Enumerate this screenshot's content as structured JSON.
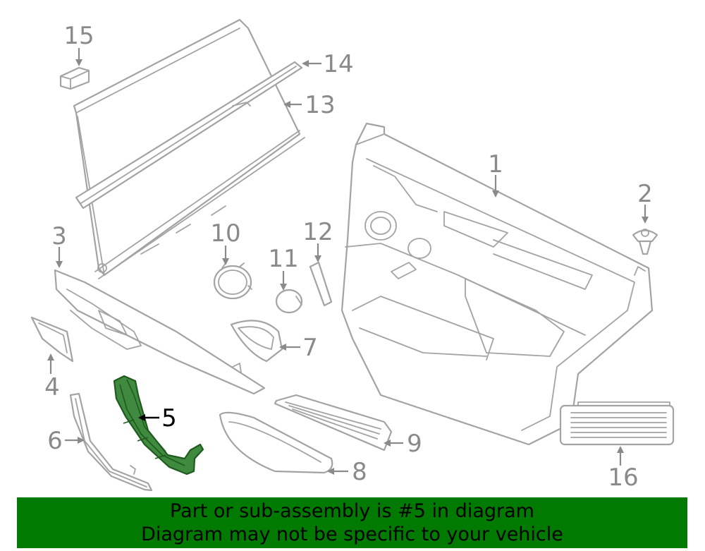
{
  "callouts": {
    "c1": "1",
    "c2": "2",
    "c3": "3",
    "c4": "4",
    "c5": "5",
    "c6": "6",
    "c7": "7",
    "c8": "8",
    "c9": "9",
    "c10": "10",
    "c11": "11",
    "c12": "12",
    "c13": "13",
    "c14": "14",
    "c15": "15",
    "c16": "16"
  },
  "highlighted_part": "5",
  "colors": {
    "highlight": "#3f8a3f",
    "line_art": "#a3a3a3",
    "banner": "#007a00"
  },
  "banner": {
    "line1": "Part or sub-assembly is #5 in diagram",
    "line2": "Diagram may not be specific to your vehicle"
  }
}
